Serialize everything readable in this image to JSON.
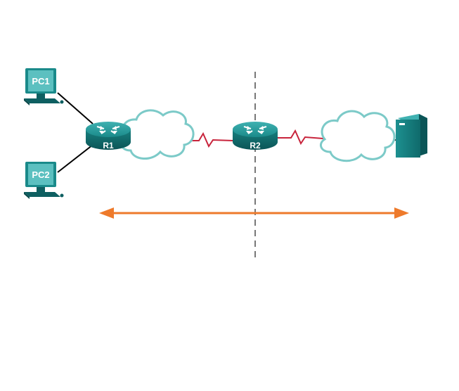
{
  "nodes": {
    "pc1": {
      "label": "PC1",
      "icon": "pc-icon"
    },
    "pc2": {
      "label": "PC2",
      "icon": "pc-icon"
    },
    "r1": {
      "label": "R1",
      "icon": "router-icon"
    },
    "r2": {
      "label": "R2",
      "icon": "router-icon"
    },
    "server": {
      "label": "",
      "icon": "server-icon"
    }
  },
  "clouds": [
    {
      "name": "cloud-left",
      "icon": "cloud-icon"
    },
    {
      "name": "cloud-right",
      "icon": "cloud-icon"
    }
  ],
  "links": [
    {
      "from": "pc1",
      "to": "r1",
      "kind": "ethernet"
    },
    {
      "from": "pc2",
      "to": "r1",
      "kind": "ethernet"
    },
    {
      "from": "cloud-left",
      "to": "r2",
      "kind": "serial"
    },
    {
      "from": "r2",
      "to": "cloud-right",
      "kind": "serial"
    },
    {
      "from": "cloud-right",
      "to": "server",
      "kind": "ethernet"
    }
  ],
  "colors": {
    "device_teal": "#1a8a8a",
    "device_dark": "#0e5f61",
    "device_light": "#5cc0c0",
    "cloud_stroke": "#7ccac8",
    "serial_link": "#c8243c",
    "ethernet_link": "#000000",
    "arrow": "#ee7a2b",
    "divider": "#777777"
  }
}
